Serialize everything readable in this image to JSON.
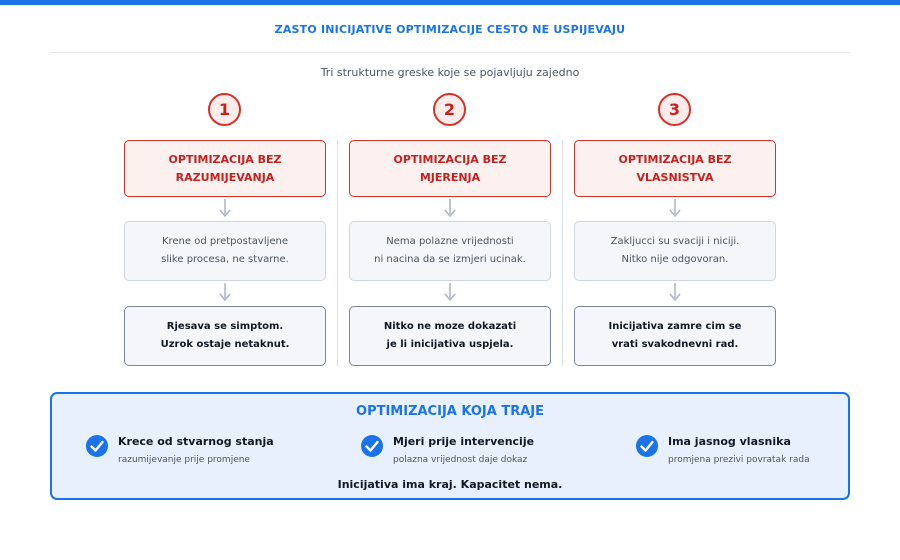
{
  "header": {
    "title": "ZASTO INICIJATIVE OPTIMIZACIJE CESTO NE USPIJEVAJU",
    "subtitle": "Tri strukturne greske koje se pojavljuju zajedno"
  },
  "columns": [
    {
      "number": "1",
      "title_line1": "OPTIMIZACIJA BEZ",
      "title_line2": "RAZUMIJEVANJA",
      "desc_line1": "Krene od pretpostavljene",
      "desc_line2": "slike procesa, ne stvarne.",
      "result_line1": "Rjesava se simptom.",
      "result_line2": "Uzrok ostaje netaknut."
    },
    {
      "number": "2",
      "title_line1": "OPTIMIZACIJA BEZ",
      "title_line2": "MJERENJA",
      "desc_line1": "Nema polazne vrijednosti",
      "desc_line2": "ni nacina da se izmjeri ucinak.",
      "result_line1": "Nitko ne moze dokazati",
      "result_line2": "je li inicijativa uspjela."
    },
    {
      "number": "3",
      "title_line1": "OPTIMIZACIJA BEZ",
      "title_line2": "VLASNISTVA",
      "desc_line1": "Zakljucci su svaciji i niciji.",
      "desc_line2": "Nitko nije odgovoran.",
      "result_line1": "Inicijativa zamre cim se",
      "result_line2": "vrati svakodnevni rad."
    }
  ],
  "principles": {
    "title": "OPTIMIZACIJA KOJA TRAJE",
    "items": [
      {
        "title": "Krece od stvarnog stanja",
        "subtitle": "razumijevanje prije promjene"
      },
      {
        "title": "Mjeri prije intervencije",
        "subtitle": "polazna vrijednost daje dokaz"
      },
      {
        "title": "Ima jasnog vlasnika",
        "subtitle": "promjena prezivi povratak rada"
      }
    ],
    "footer": "Inicijativa ima kraj. Kapacitet nema."
  },
  "colors": {
    "accent": "#1a73e8",
    "problem": "#d93025",
    "problem_bg": "#fdf1f0",
    "panel_bg": "#e8f0fe"
  },
  "icons": [
    "arrow-down-icon",
    "check-circle-icon"
  ]
}
